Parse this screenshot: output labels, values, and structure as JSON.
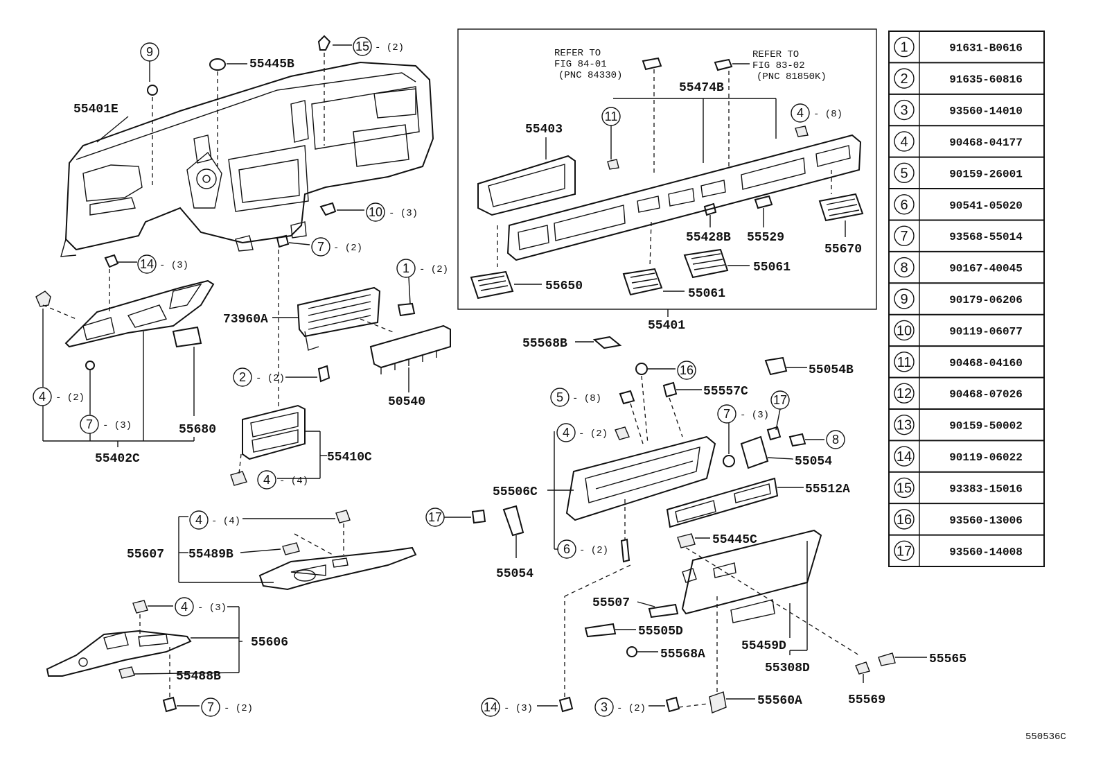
{
  "labels": {
    "p55401E": "55401E",
    "p55445B": "55445B",
    "p55402C": "55402C",
    "p55680": "55680",
    "p73960A": "73960A",
    "p50540": "50540",
    "p55410C": "55410C",
    "p55403": "55403",
    "p55474B": "55474B",
    "p55428B": "55428B",
    "p55529": "55529",
    "p55670": "55670",
    "p55650": "55650",
    "p55061a": "55061",
    "p55061b": "55061",
    "p55401": "55401",
    "p55568B": "55568B",
    "p55054B": "55054B",
    "p55557C": "55557C",
    "p55054a": "55054",
    "p55054b": "55054",
    "p55506C": "55506C",
    "p55512A": "55512A",
    "p55445C": "55445C",
    "p55607": "55607",
    "p55489B": "55489B",
    "p55606": "55606",
    "p55488B": "55488B",
    "p55507": "55507",
    "p55505D": "55505D",
    "p55568A": "55568A",
    "p55459D": "55459D",
    "p55308D": "55308D",
    "p55565": "55565",
    "p55569": "55569",
    "p55560A": "55560A",
    "code": "550536C"
  },
  "refer_notes": {
    "left": [
      "REFER TO",
      "FIG 84-01",
      "(PNC 84330)"
    ],
    "right": [
      "REFER TO",
      "FIG 83-02",
      "(PNC 81850K)"
    ]
  },
  "callouts": {
    "c9": {
      "num": "9",
      "qty": ""
    },
    "c15": {
      "num": "15",
      "qty": "- (2)"
    },
    "c10": {
      "num": "10",
      "qty": "- (3)"
    },
    "c7a": {
      "num": "7",
      "qty": "- (2)"
    },
    "c14a": {
      "num": "14",
      "qty": "- (3)"
    },
    "c1": {
      "num": "1",
      "qty": "- (2)"
    },
    "c2": {
      "num": "2",
      "qty": "- (2)"
    },
    "c4a": {
      "num": "4",
      "qty": "- (2)"
    },
    "c7b": {
      "num": "7",
      "qty": "- (3)"
    },
    "c4b": {
      "num": "4",
      "qty": "- (4)"
    },
    "c11": {
      "num": "11",
      "qty": ""
    },
    "c4c": {
      "num": "4",
      "qty": "- (8)"
    },
    "c16": {
      "num": "16",
      "qty": ""
    },
    "c5": {
      "num": "5",
      "qty": "- (8)"
    },
    "c17a": {
      "num": "17",
      "qty": ""
    },
    "c7c": {
      "num": "7",
      "qty": "- (3)"
    },
    "c8": {
      "num": "8",
      "qty": ""
    },
    "c4d": {
      "num": "4",
      "qty": "- (2)"
    },
    "c17b": {
      "num": "17",
      "qty": ""
    },
    "c6": {
      "num": "6",
      "qty": "- (2)"
    },
    "c4e": {
      "num": "4",
      "qty": "- (4)"
    },
    "c4f": {
      "num": "4",
      "qty": "- (3)"
    },
    "c7d": {
      "num": "7",
      "qty": "- (2)"
    },
    "c14b": {
      "num": "14",
      "qty": "- (3)"
    },
    "c3": {
      "num": "3",
      "qty": "- (2)"
    }
  },
  "legend_table": [
    {
      "num": "1",
      "part": "91631-B0616"
    },
    {
      "num": "2",
      "part": "91635-60816"
    },
    {
      "num": "3",
      "part": "93560-14010"
    },
    {
      "num": "4",
      "part": "90468-04177"
    },
    {
      "num": "5",
      "part": "90159-26001"
    },
    {
      "num": "6",
      "part": "90541-05020"
    },
    {
      "num": "7",
      "part": "93568-55014"
    },
    {
      "num": "8",
      "part": "90167-40045"
    },
    {
      "num": "9",
      "part": "90179-06206"
    },
    {
      "num": "10",
      "part": "90119-06077"
    },
    {
      "num": "11",
      "part": "90468-04160"
    },
    {
      "num": "12",
      "part": "90468-07026"
    },
    {
      "num": "13",
      "part": "90159-50002"
    },
    {
      "num": "14",
      "part": "90119-06022"
    },
    {
      "num": "15",
      "part": "93383-15016"
    },
    {
      "num": "16",
      "part": "93560-13006"
    },
    {
      "num": "17",
      "part": "93560-14008"
    }
  ]
}
